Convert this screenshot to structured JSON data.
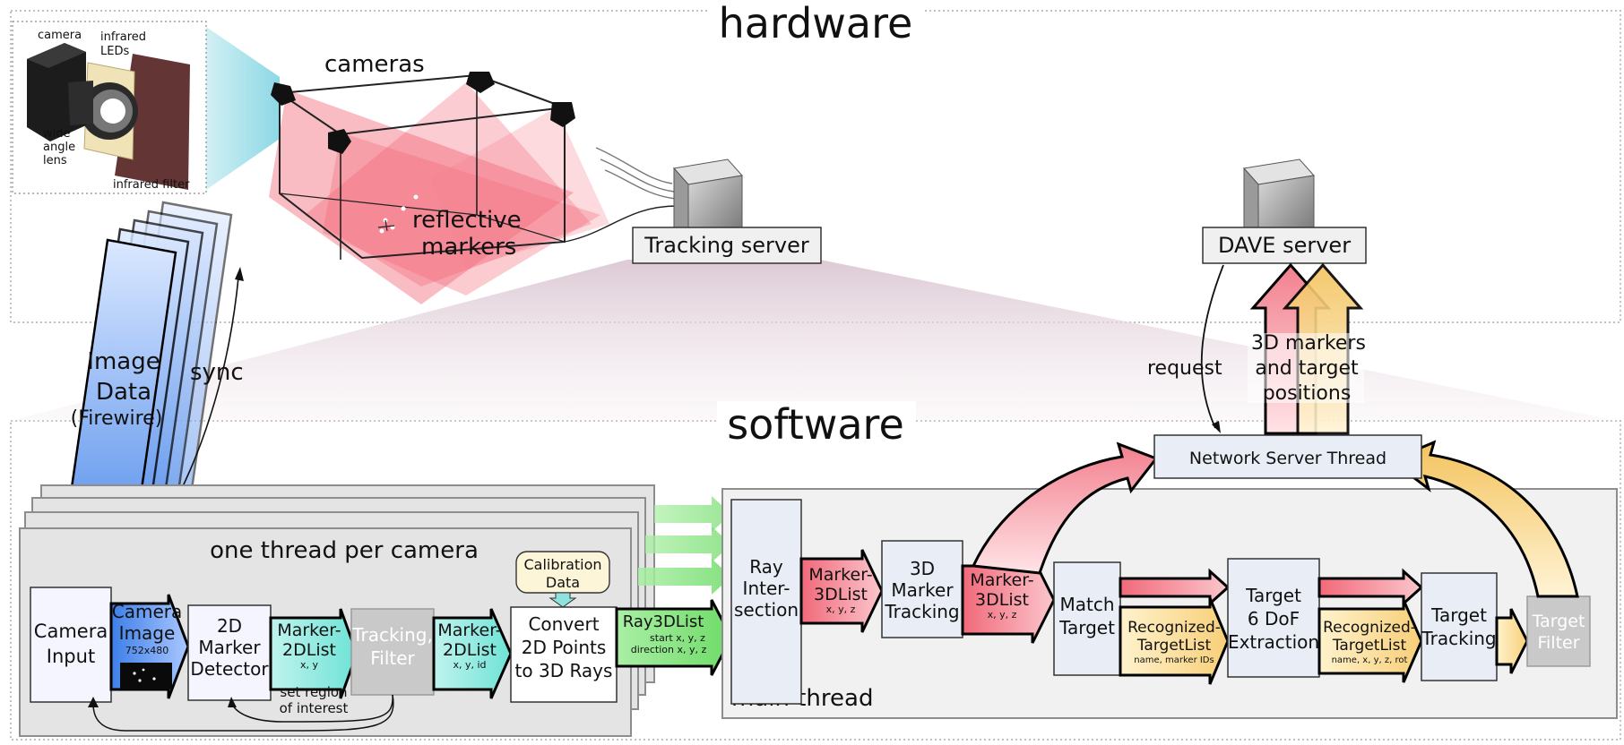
{
  "sections": {
    "hardware": "hardware",
    "software": "software"
  },
  "inset": {
    "camera": "camera",
    "infrared": "infrared",
    "leds": "LEDs",
    "wide": "wide",
    "angle": "angle",
    "lens": "lens",
    "filter": "infrared filter"
  },
  "hardware": {
    "cameras": "cameras",
    "reflective": "reflective",
    "markers": "markers",
    "tracking_server": "Tracking server",
    "dave_server": "DAVE server"
  },
  "flows": {
    "image_data_1": "Image",
    "image_data_2": "Data",
    "image_data_3": "(Firewire)",
    "sync": "sync",
    "request": "request",
    "markers_1": "3D markers",
    "markers_2": "and target",
    "markers_3": "positions",
    "set_region_1": "set region",
    "set_region_2": "of interest"
  },
  "camera_thread": {
    "title": "one thread per camera",
    "camera_input_1": "Camera",
    "camera_input_2": "Input",
    "camera_image_1": "Camera",
    "camera_image_2": "Image",
    "camera_image_res": "752x480",
    "detector_1": "2D",
    "detector_2": "Marker",
    "detector_3": "Detector",
    "m2d_a_1": "Marker-",
    "m2d_a_2": "2DList",
    "m2d_a_sub": "x, y",
    "tracking_filter_1": "Tracking,",
    "tracking_filter_2": "Filter",
    "m2d_b_1": "Marker-",
    "m2d_b_2": "2DList",
    "m2d_b_sub": "x, y, id",
    "calibration_1": "Calibration",
    "calibration_2": "Data",
    "convert_1": "Convert",
    "convert_2": "2D Points",
    "convert_3": "to 3D Rays",
    "ray3d": "Ray3DList",
    "ray3d_sub1": "start x, y, z",
    "ray3d_sub2": "direction x, y, z"
  },
  "main_thread": {
    "title": "main thread",
    "ray_1": "Ray",
    "ray_2": "Inter-",
    "ray_3": "section",
    "m3d_a_1": "Marker-",
    "m3d_a_2": "3DList",
    "m3d_a_sub": "x, y, z",
    "tracking3d_1": "3D",
    "tracking3d_2": "Marker",
    "tracking3d_3": "Tracking",
    "m3d_b_1": "Marker-",
    "m3d_b_2": "3DList",
    "m3d_b_sub": "x, y, z",
    "match_1": "Match",
    "match_2": "Target",
    "rtl_a_1": "Recognized-",
    "rtl_a_2": "TargetList",
    "rtl_a_sub": "name, marker IDs",
    "sixdof_1": "Target",
    "sixdof_2": "6 DoF",
    "sixdof_3": "Extraction",
    "rtl_b_1": "Recognized-",
    "rtl_b_2": "TargetList",
    "rtl_b_sub": "name, x, y, z, rot",
    "target_tracking_1": "Target",
    "target_tracking_2": "Tracking",
    "target_filter_1": "Target",
    "target_filter_2": "Filter",
    "network": "Network Server Thread"
  }
}
